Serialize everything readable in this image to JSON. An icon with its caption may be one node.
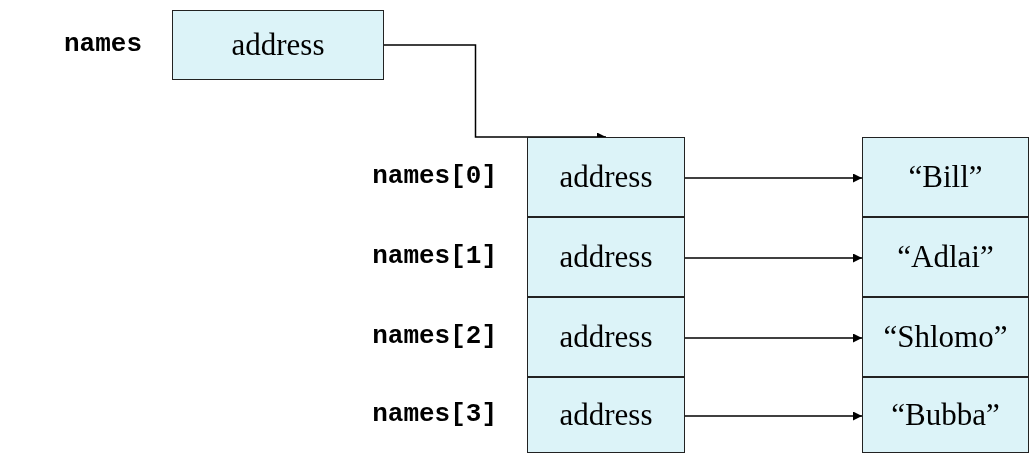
{
  "diagram": {
    "nodes": [
      {
        "text": [
          "address"
        ],
        "beside": [
          "names"
        ]
      },
      {
        "text": [
          "address"
        ],
        "beside": [
          "names[0]"
        ]
      },
      {
        "text": [
          "address"
        ],
        "beside": [
          "names[1]"
        ]
      },
      {
        "text": [
          "address"
        ],
        "beside": [
          "names[2]"
        ]
      },
      {
        "text": [
          "address"
        ],
        "beside": [
          "names[3]"
        ]
      },
      {
        "text": [
          "“Bill”"
        ]
      },
      {
        "text": [
          "“Adlai”"
        ]
      },
      {
        "text": [
          "“Shlomo”"
        ]
      },
      {
        "text": [
          "“Bubba”"
        ]
      }
    ],
    "edges": [
      {
        "from": 0,
        "to": 1,
        "arrow": "to"
      },
      {
        "from": 1,
        "to": 5,
        "arrow": "to"
      },
      {
        "from": 2,
        "to": 6,
        "arrow": "to"
      },
      {
        "from": 3,
        "to": 7,
        "arrow": "to"
      },
      {
        "from": 4,
        "to": 8,
        "arrow": "to"
      }
    ]
  }
}
